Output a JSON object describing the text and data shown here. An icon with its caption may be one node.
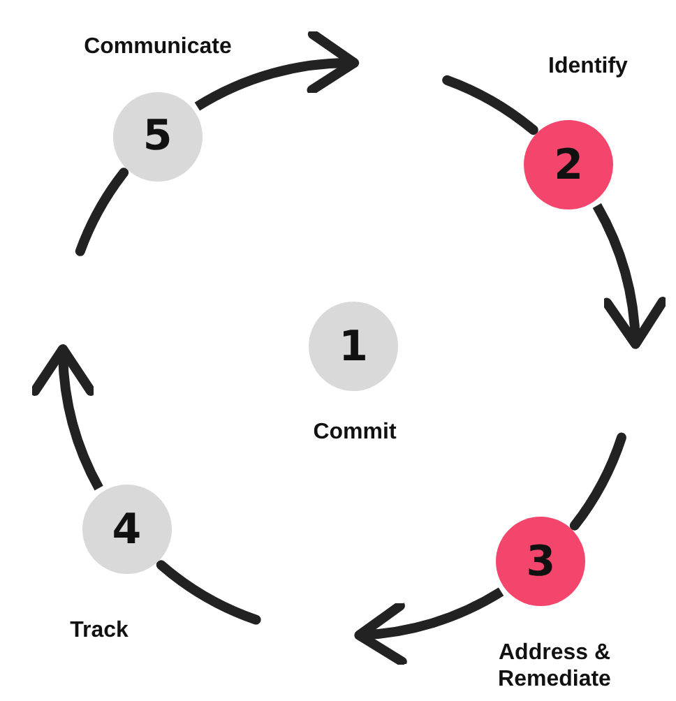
{
  "diagram": {
    "nodes": [
      {
        "text": [
          "1"
        ],
        "beside": [
          "Commit"
        ]
      },
      {
        "text": [
          "2"
        ],
        "beside": [
          "Identify"
        ]
      },
      {
        "text": [
          "3"
        ],
        "beside": [
          "Address & Remediate"
        ]
      },
      {
        "text": [
          "4"
        ],
        "beside": [
          "Track"
        ]
      },
      {
        "text": [
          "5"
        ],
        "beside": [
          "Communicate"
        ]
      }
    ],
    "edges": [
      {
        "from": 4,
        "to": null,
        "arrow": "to"
      },
      {
        "from": 1,
        "to": null,
        "arrow": "to"
      },
      {
        "from": 2,
        "to": null,
        "arrow": "to"
      },
      {
        "from": 3,
        "to": null,
        "arrow": "to"
      }
    ]
  }
}
